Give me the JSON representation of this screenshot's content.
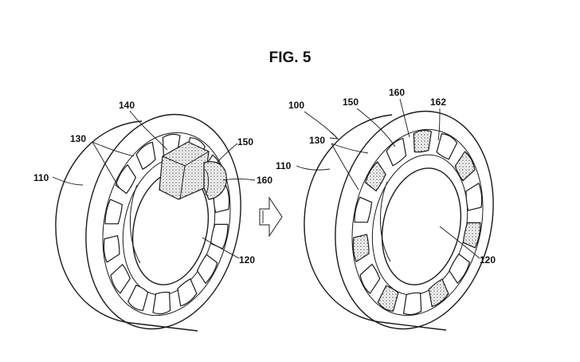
{
  "figure": {
    "title": "FIG. 5"
  },
  "left_view": {
    "labels": {
      "tire": "110",
      "spokes": "130",
      "block": "140",
      "insert": "150",
      "band": "160",
      "hub": "120"
    }
  },
  "right_view": {
    "labels": {
      "assembly": "100",
      "tire": "110",
      "spokes": "130",
      "insert": "150",
      "band": "160",
      "pad": "162",
      "hub": "120"
    }
  },
  "arrow_icon": "hollow-right-arrow-icon"
}
